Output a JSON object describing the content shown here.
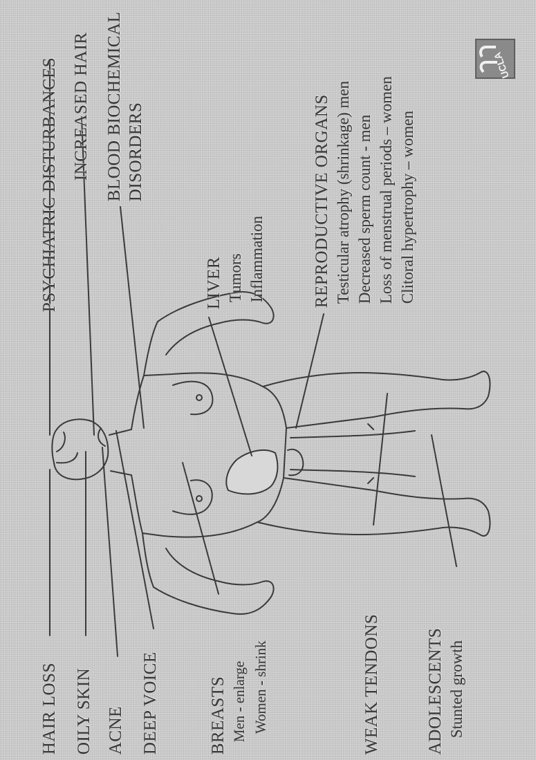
{
  "labels_left": {
    "hair_loss": "HAIR LOSS",
    "oily_skin": "OILY SKIN",
    "acne": "ACNE",
    "deep_voice": "DEEP VOICE",
    "breasts": {
      "title": "BREASTS",
      "lines": [
        "Men - enlarge",
        "Women - shrink"
      ]
    },
    "weak_tendons": "WEAK TENDONS",
    "adolescents": {
      "title": "ADOLESCENTS",
      "lines": [
        "Stunted growth"
      ]
    }
  },
  "labels_right": {
    "psychiatric": "PSYCHIATRIC DISTURBANCES",
    "increased_hair": "INCREASED HAIR",
    "blood": {
      "title": "BLOOD BIOCHEMICAL",
      "line2": "DISORDERS"
    },
    "liver": {
      "title": "LIVER",
      "lines": [
        "Tumors",
        "Inflammation"
      ]
    },
    "reproductive": {
      "title": "REPRODUCTIVE ORGANS",
      "lines": [
        "Testicular atrophy (shrinkage) men",
        "Decreased sperm count - men",
        "Loss of menstrual periods – women",
        "Clitoral hypertrophy – women"
      ]
    }
  },
  "logo": {
    "text": "UCLA",
    "icon": "ucla-logo"
  },
  "figure": {
    "icon": "human-body-outline"
  }
}
